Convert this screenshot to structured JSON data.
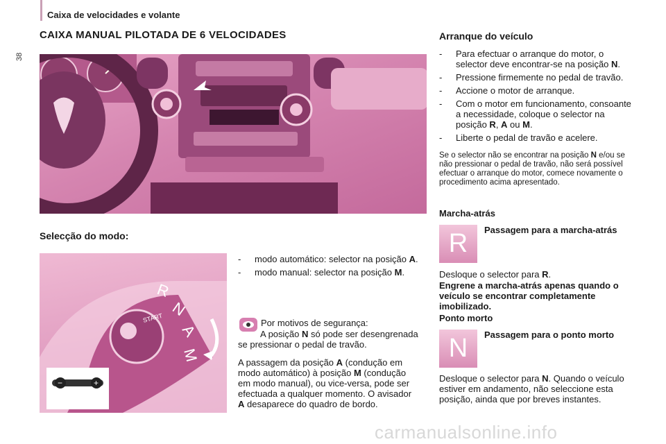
{
  "header": {
    "section_title": "Caixa de velocidades e volante",
    "page_number": "38"
  },
  "main_title": "CAIXA MANUAL PILOTADA DE 6 VELOCIDADES",
  "selection": {
    "title": "Selecção do modo:",
    "dial_letters": [
      "R",
      "N",
      "A",
      "M"
    ],
    "dial_start": "START",
    "items": [
      {
        "text": "modo automático: selector na posição ",
        "key": "A",
        "end": "."
      },
      {
        "text": "modo manual: selector na posição ",
        "key": "M",
        "end": "."
      }
    ],
    "safety_line1": "Por motivos de segurança:",
    "safety_p1_a": "A posição ",
    "safety_p1_key": "N",
    "safety_p1_b": " só pode ser desengrenada se pressionar o pedal de travão.",
    "safety_p2_a": "A passagem da posição ",
    "safety_p2_k1": "A",
    "safety_p2_b": " (condução em modo automático) à posição ",
    "safety_p2_k2": "M",
    "safety_p2_c": " (condução em modo manual), ou vice-versa, pode ser efectuada a qualquer momento. O avisador ",
    "safety_p2_k3": "A",
    "safety_p2_d": " desaparece do quadro de bordo."
  },
  "start": {
    "title": "Arranque do veículo",
    "items": [
      {
        "a": "Para efectuar o arranque do motor, o selector deve encontrar-se na posição ",
        "k": "N",
        "b": "."
      },
      {
        "a": "Pressione firmemente no pedal de travão.",
        "k": "",
        "b": ""
      },
      {
        "a": "Accione o motor de arranque.",
        "k": "",
        "b": ""
      },
      {
        "a": "Com o motor em funcionamento, consoante a necessidade, coloque o selector na posição ",
        "k": "R",
        "b": ", ",
        "k2": "A",
        "c": " ou ",
        "k3": "M",
        "d": "."
      },
      {
        "a": "Liberte o pedal de travão e acelere.",
        "k": "",
        "b": ""
      }
    ],
    "note_a": "Se o selector não se encontrar na posição ",
    "note_k": "N",
    "note_b": " e/ou se não pressionar o pedal de travão, não será possível efectuar o arranque do motor, comece novamente o procedimento acima apresentado."
  },
  "reverse": {
    "title": "Marcha-atrás",
    "badge": "R",
    "badge_label": "Passagem para a marcha-atrás",
    "line_a": "Desloque o selector para ",
    "line_k": "R",
    "line_b": ".",
    "warning": "Engrene a marcha-atrás apenas quando o veículo se encontrar completamente imobilizado."
  },
  "neutral": {
    "title": "Ponto morto",
    "badge": "N",
    "badge_label": "Passagem para o ponto morto",
    "line_a": "Desloque o selector para ",
    "line_k": "N",
    "line_b": ". Quando o veículo estiver em andamento, não seleccione esta posição, ainda que por breves instantes."
  },
  "watermark": "carmanualsonline.info",
  "colors": {
    "accent": "#d585b0",
    "header_bar": "#c9a0b6"
  }
}
